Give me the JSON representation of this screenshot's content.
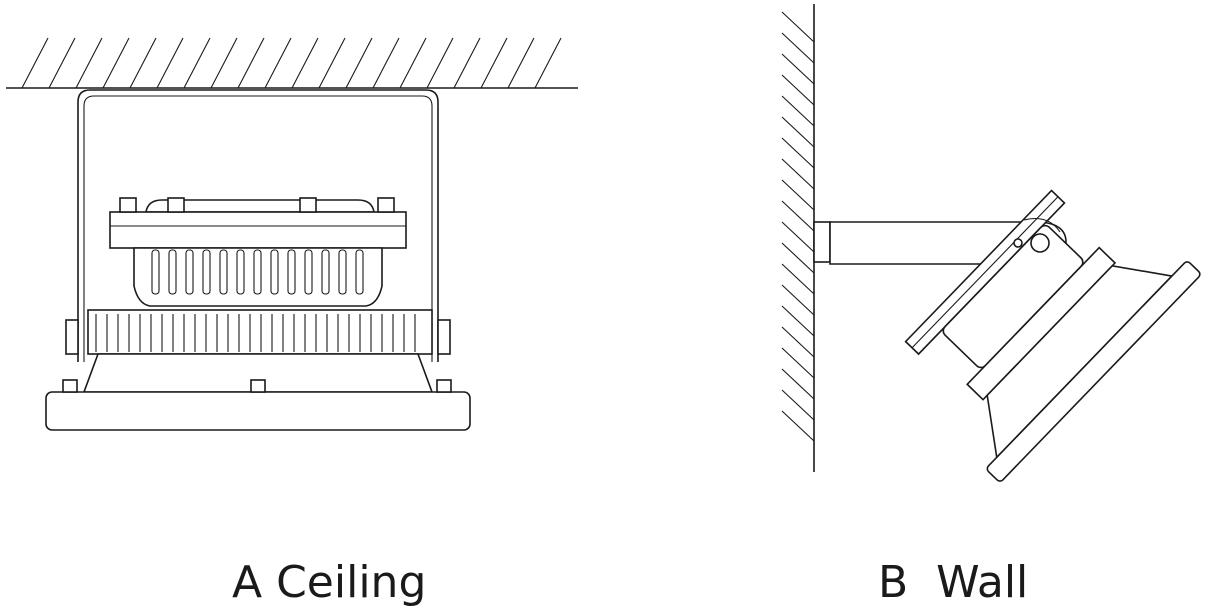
{
  "figures": [
    {
      "id": "ceiling",
      "caption": "A Ceiling",
      "mount_surface": "ceiling"
    },
    {
      "id": "wall",
      "caption": "B  Wall",
      "mount_surface": "wall"
    }
  ],
  "colors": {
    "line": "#1a1a1a",
    "background": "#ffffff"
  }
}
